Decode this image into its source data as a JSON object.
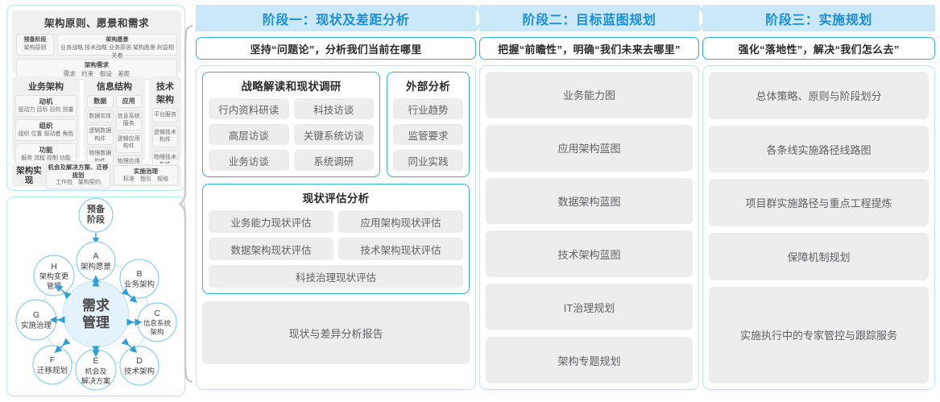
{
  "togaf": {
    "top": {
      "title": "架构原则、愿景和需求",
      "prep": {
        "head": "预备阶段",
        "sub": "架构原则"
      },
      "vision": {
        "head": "架构愿景",
        "sub": "业务战略 技术战略 业务原则 架构愿景 利益相关者"
      },
      "requirement": {
        "head": "架构需求",
        "sub": "需求　约束　假设　差距"
      }
    },
    "pillars": [
      {
        "name": "业务架构",
        "cells": [
          {
            "head": "动机",
            "sub": "驱动力 目标 目的 测量"
          },
          {
            "head": "组织",
            "sub": "组织 位置 驱动者 角色"
          },
          {
            "head": "功能",
            "sub": "服务 流程 控制 功能"
          }
        ]
      },
      {
        "name": "信息结构",
        "columns": [
          {
            "head": "数据",
            "cells": [
              "数据实体",
              "逻辑数据构件",
              "物理数据构件"
            ]
          },
          {
            "head": "应用",
            "cells": [
              "信息系统服务",
              "逻辑应用构件",
              "物理应用构件"
            ]
          }
        ]
      },
      {
        "name": "技术架构",
        "cells": [
          "平台服务",
          "逻辑技术构件",
          "物理技术构件"
        ]
      }
    ],
    "bottom": {
      "label": "架构实现",
      "cells": [
        {
          "head": "机会及解决方案、迁移规划",
          "sub": "工作包　架构契约"
        },
        {
          "head": "实施治理",
          "sub": "标准　指引　规格"
        }
      ]
    }
  },
  "adm": {
    "center": "需求\n管理",
    "center_line1": "需求",
    "center_line2": "管理",
    "top_node": {
      "line1": "预备",
      "line2": "阶段"
    },
    "nodes": [
      {
        "key": "A",
        "label": "架构愿景"
      },
      {
        "key": "B",
        "label": "业务架构"
      },
      {
        "key": "C",
        "label": "信息系统架构"
      },
      {
        "key": "D",
        "label": "技术架构"
      },
      {
        "key": "E",
        "label": "机会及解决方案"
      },
      {
        "key": "F",
        "label": "迁移规划"
      },
      {
        "key": "G",
        "label": "实施治理"
      },
      {
        "key": "H",
        "label": "架构变更管理"
      }
    ]
  },
  "phases": [
    {
      "banner": "阶段一：现状及差距分析",
      "subtitle": "坚持“问题论”，分析我们当前在哪里"
    },
    {
      "banner": "阶段二：目标蓝图规划",
      "subtitle": "把握“前瞻性”，明确“我们未来去哪里”"
    },
    {
      "banner": "阶段三：实施规划",
      "subtitle": "强化“落地性”，解决“我们怎么去”"
    }
  ],
  "phase1": {
    "strategy": {
      "title": "战略解读和现状调研",
      "items": [
        "行内资料研读",
        "科技访谈",
        "高层访谈",
        "关键系统访谈",
        "业务访谈",
        "系统调研"
      ]
    },
    "external": {
      "title": "外部分析",
      "items": [
        "行业趋势",
        "监管要求",
        "同业实践"
      ]
    },
    "assessment": {
      "title": "现状评估分析",
      "items": [
        "业务能力现状评估",
        "应用架构现状评估",
        "数据架构现状评估",
        "技术架构现状评估"
      ],
      "full_item": "科技治理现状评估"
    },
    "report": "现状与差异分析报告"
  },
  "phase2": {
    "items": [
      "业务能力图",
      "应用架构蓝图",
      "数据架构蓝图",
      "技术架构蓝图",
      "IT治理规划",
      "架构专题规划"
    ]
  },
  "phase3": {
    "items": [
      "总体策略、原则与阶段划分",
      "各条线实施路径线路图",
      "项目群实施路径与重点工程提炼",
      "保障机制规划",
      "实施执行中的专家管控与跟踪服务"
    ]
  },
  "colors": {
    "banner_bg": "#cbe8f8",
    "banner_text": "#1b8ed6",
    "panel_border": "#bfe3f5",
    "group_border": "#3aa9e0",
    "chip_bg": "#ededed",
    "chip_text": "#5f6164",
    "brace": "#c9c9c9"
  }
}
